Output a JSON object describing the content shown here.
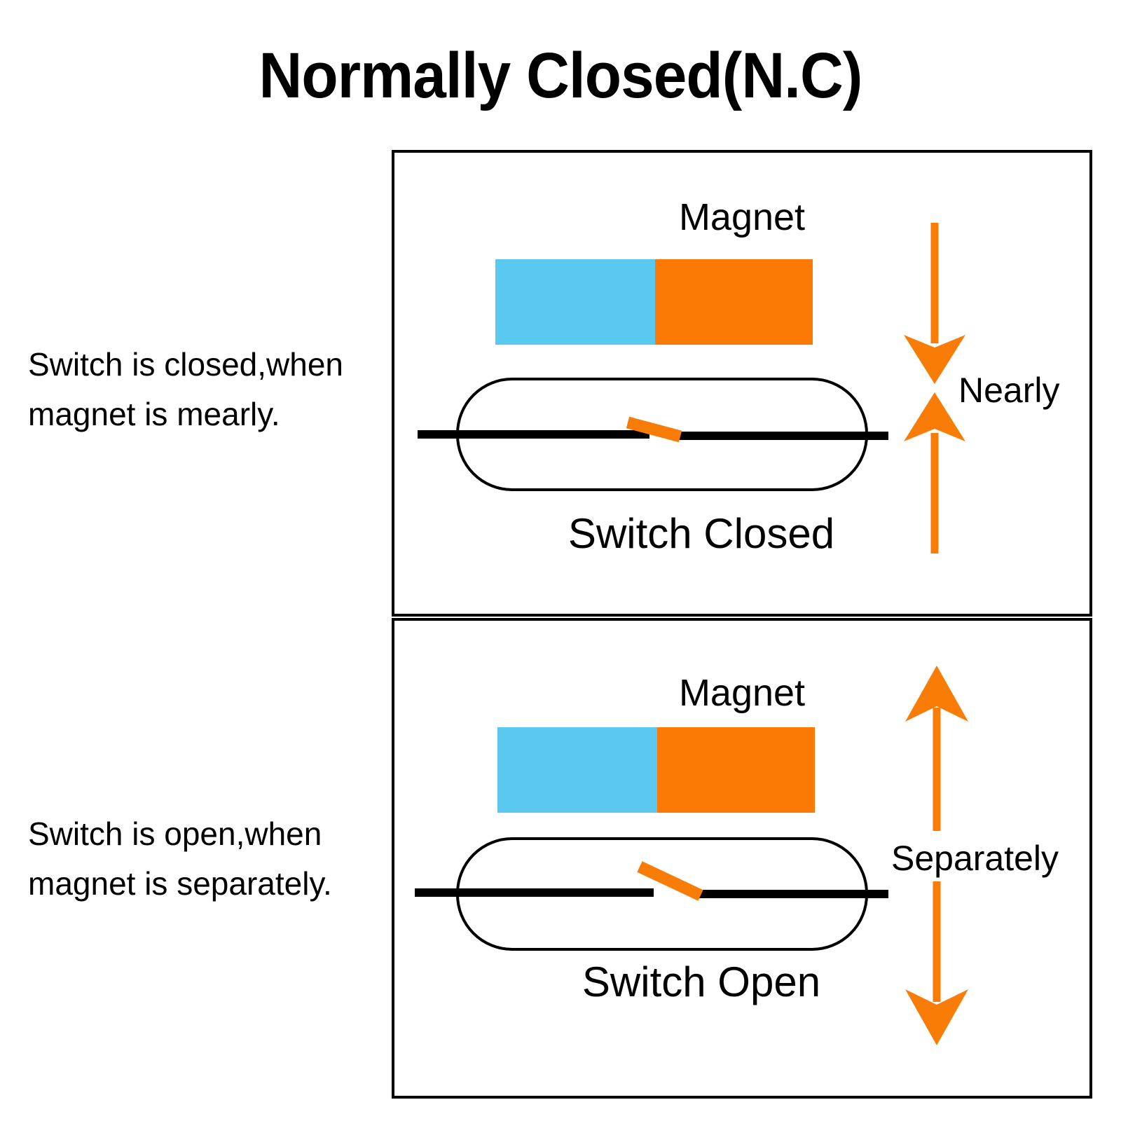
{
  "title": "Normally Closed(N.C)",
  "colors": {
    "magnet_north": "#5BC8F0",
    "magnet_south": "#FA7A05",
    "arrow": "#F97C07",
    "contact_blade": "#F97C07",
    "lead": "#000000",
    "panel_border": "#000000",
    "background": "#FFFFFF",
    "text": "#000000"
  },
  "panels": [
    {
      "id": "closed",
      "description": "Switch is closed,when magnet is mearly.",
      "magnet_label": "Magnet",
      "caption": "Switch Closed",
      "arrow_label": "Nearly",
      "arrow_direction": "converging",
      "switch_state": "closed"
    },
    {
      "id": "open",
      "description": "Switch is open,when magnet is separately.",
      "magnet_label": "Magnet",
      "caption": "Switch Open",
      "arrow_label": "Separately",
      "arrow_direction": "diverging",
      "switch_state": "open"
    }
  ]
}
